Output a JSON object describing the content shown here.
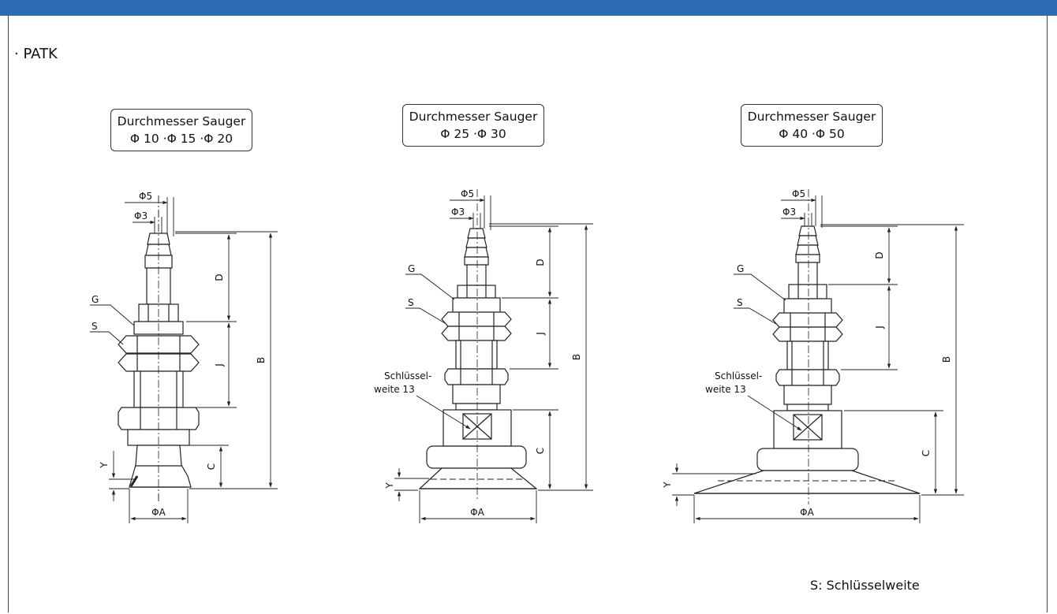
{
  "page": {
    "heading": "· PATK",
    "legend": "S: Schlüsselweite",
    "accent_color": "#2d6db4"
  },
  "variants": [
    {
      "box_line1": "Durchmesser Sauger",
      "box_line2": "Φ 10 ·Φ 15 ·Φ 20",
      "labels": {
        "phi5": "Φ5",
        "phi3": "Φ3",
        "d": "D",
        "g": "G",
        "s": "S",
        "j": "J",
        "b": "B",
        "c": "C",
        "y": "Y",
        "phia": "ΦA"
      }
    },
    {
      "box_line1": "Durchmesser Sauger",
      "box_line2": "Φ 25 ·Φ 30",
      "labels": {
        "phi5": "Φ5",
        "phi3": "Φ3",
        "d": "D",
        "g": "G",
        "s": "S",
        "j": "J",
        "b": "B",
        "c": "C",
        "y": "Y",
        "phia": "ΦA",
        "sw1": "Schlüssel-",
        "sw2": "weite 13"
      }
    },
    {
      "box_line1": "Durchmesser Sauger",
      "box_line2": "Φ 40 ·Φ 50",
      "labels": {
        "phi5": "Φ5",
        "phi3": "Φ3",
        "d": "D",
        "g": "G",
        "s": "S",
        "j": "J",
        "b": "B",
        "c": "C",
        "y": "Y",
        "phia": "ΦA",
        "sw1": "Schlüssel-",
        "sw2": "weite 13"
      }
    }
  ]
}
